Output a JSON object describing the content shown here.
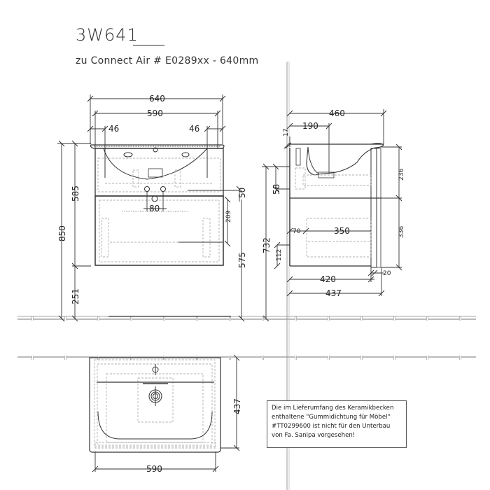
{
  "header": {
    "title": "3W641",
    "subtitle": "zu Connect Air # E0289xx - 640mm"
  },
  "front_view": {
    "dimensions": {
      "overall_width": "640",
      "inner_width": "590",
      "left_offset": "46",
      "right_offset": "46",
      "total_height": "850",
      "cabinet_height": "585",
      "floor_clearance": "251",
      "drawer_height": "575",
      "siphon_gap": "50",
      "drawer_inner": "209",
      "drain_spacing": "80"
    }
  },
  "side_view": {
    "dimensions": {
      "basin_depth": "460",
      "drain_offset": "190",
      "rim_thickness": "17",
      "upper_offset": "58",
      "total_height": "732",
      "upper_drawer": "236",
      "lower_drawer": "336",
      "left_inset": "70",
      "drawer_depth": "350",
      "bottom_offset": "112",
      "cabinet_depth": "420",
      "overall_depth": "437",
      "front_thickness": "20"
    }
  },
  "top_view": {
    "dimensions": {
      "width": "590",
      "depth": "437"
    }
  },
  "note": {
    "lines": [
      "Die im Lieferumfang des Keramikbecken",
      "enthaltene \"Gummidichtung für Möbel\"",
      "#TT0299600 ist nicht für den Unterbau",
      "von Fa. Sanipa vorgesehen!"
    ]
  },
  "colors": {
    "line": "#333333",
    "hidden_line": "#9a9a9a",
    "background": "#ffffff"
  }
}
